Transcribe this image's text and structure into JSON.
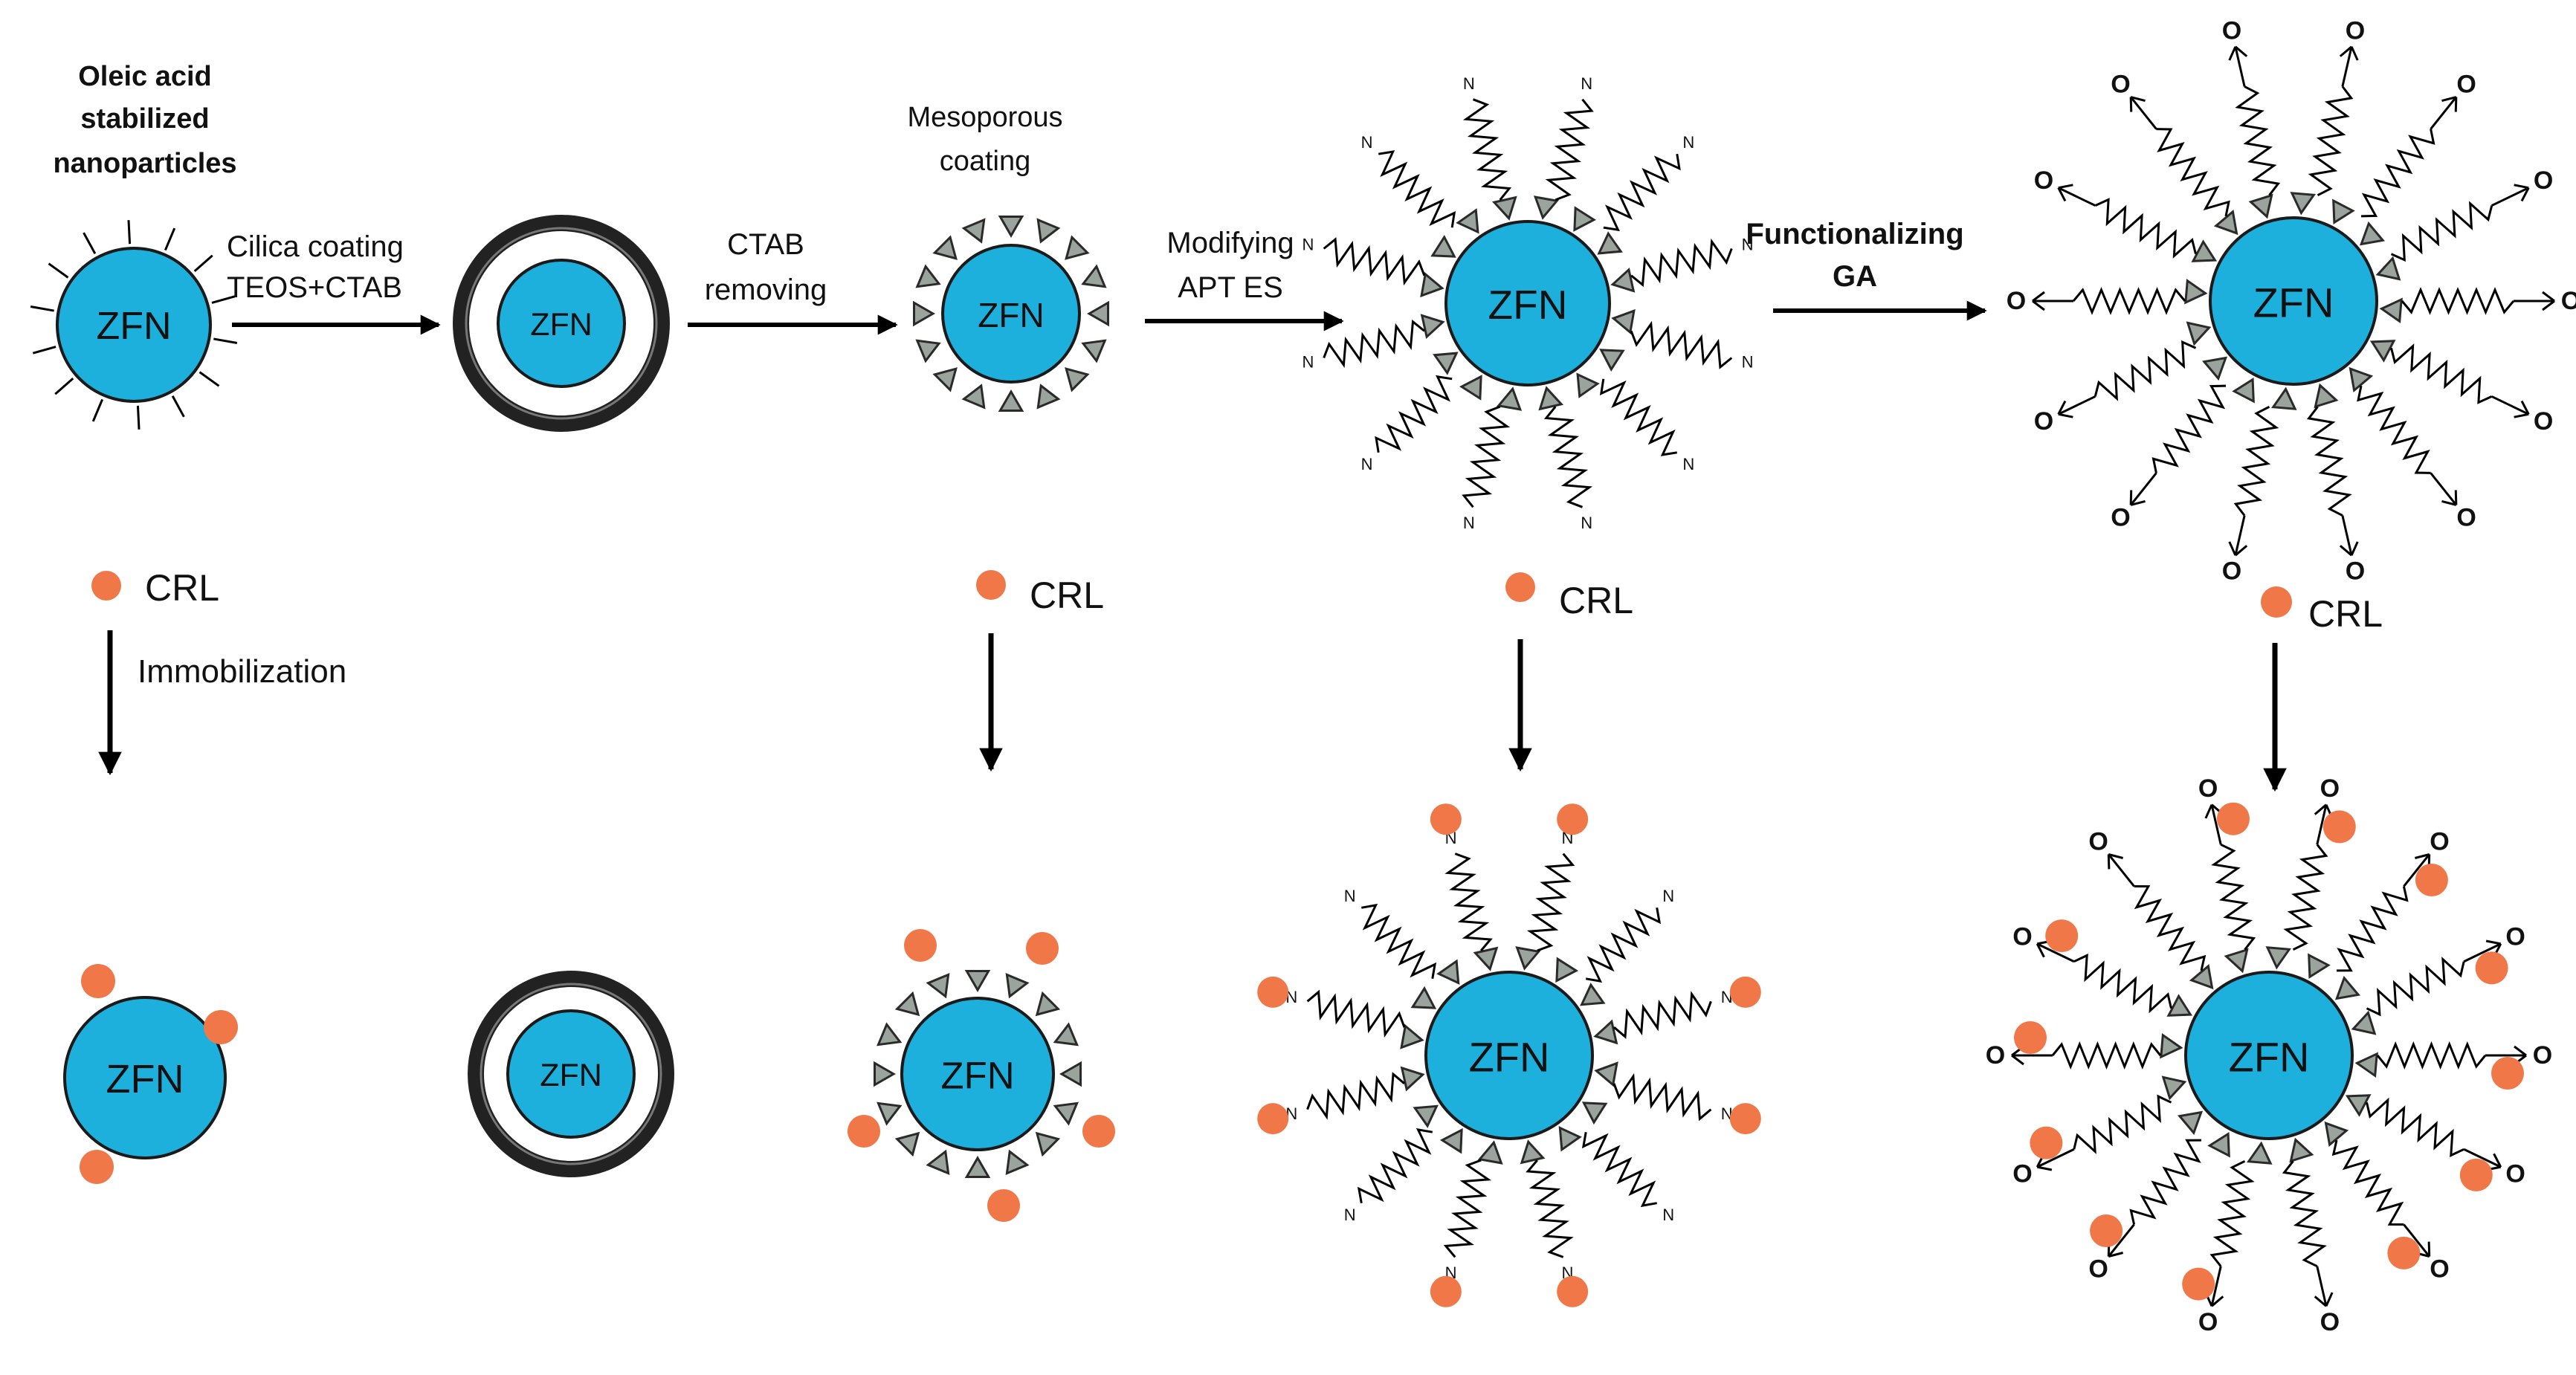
{
  "colors": {
    "particle_fill": "#1db0dc",
    "particle_stroke": "#1a1a1a",
    "crl": "#f07848",
    "shell": "#222222",
    "line": "#000000"
  },
  "labels": {
    "core": "ZFN",
    "oleic": [
      "Oleic acid",
      "stabilized",
      "nanoparticles"
    ],
    "step1": [
      "Cilica coating",
      "TEOS+CTAB"
    ],
    "step2": [
      "CTAB",
      "removing"
    ],
    "mesoporous": [
      "Mesoporous",
      "coating"
    ],
    "step3": [
      "Modifying",
      "APT ES"
    ],
    "step4": [
      "Functionalizing",
      "GA"
    ],
    "crl": "CRL",
    "immobilization": "Immobilization",
    "amine": "N",
    "aldehyde": "O"
  },
  "icons": [
    "crl-dot-icon",
    "arrow-right-icon",
    "arrow-down-icon",
    "spring-chain-icon",
    "triangle-pore-icon"
  ]
}
